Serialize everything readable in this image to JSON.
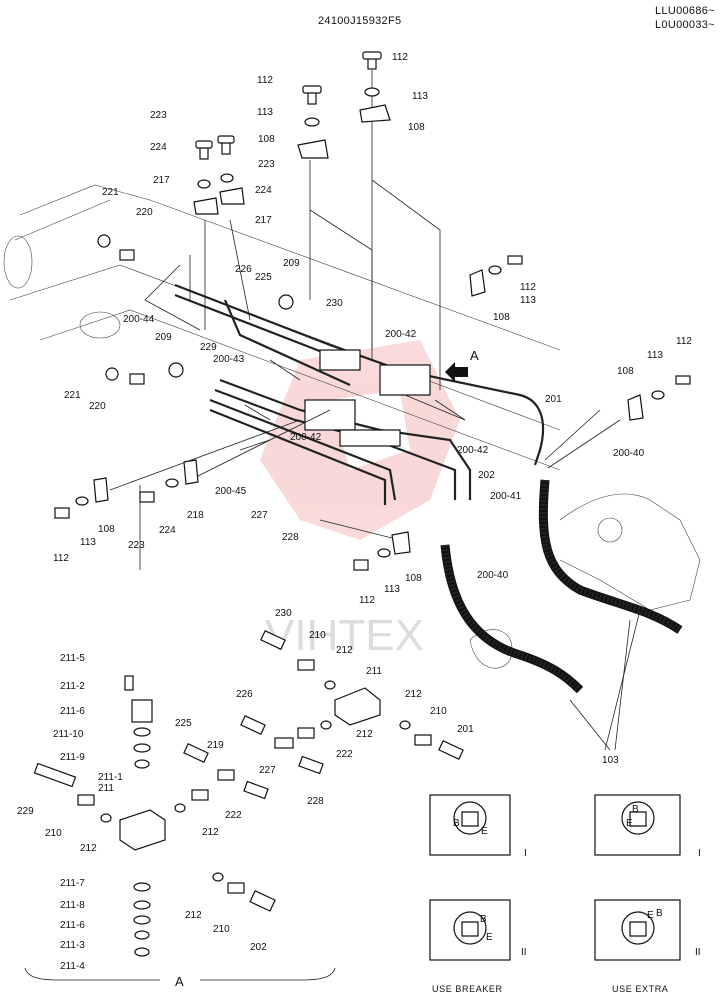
{
  "header": {
    "code": "24100J15932F5",
    "serial_1": "LLU00686~",
    "serial_2": "L0U00033~"
  },
  "watermark": "VIHTEX",
  "view_a_label": "A",
  "roman": {
    "one": "I",
    "two": "II"
  },
  "captions": {
    "use_breaker": "USE BREAKER",
    "use_extra": "USE EXTRA"
  },
  "valve_letters": {
    "b": "B",
    "e": "E"
  },
  "callouts": [
    "112",
    "113",
    "108",
    "112",
    "113",
    "108",
    "223",
    "224",
    "223",
    "224",
    "217",
    "217",
    "221",
    "220",
    "226",
    "225",
    "209",
    "112",
    "113",
    "108",
    "200-44",
    "230",
    "200-42",
    "209",
    "229",
    "200-43",
    "112",
    "113",
    "108",
    "221",
    "220",
    "200-42",
    "201",
    "200-40",
    "200-42",
    "202",
    "200-41",
    "200-45",
    "227",
    "218",
    "228",
    "224",
    "223",
    "108",
    "112",
    "113",
    "112",
    "113",
    "108",
    "200-40",
    "103",
    "230",
    "210",
    "212",
    "211",
    "212",
    "210",
    "201",
    "226",
    "225",
    "219",
    "212",
    "222",
    "227",
    "228",
    "222",
    "212",
    "211-5",
    "211-2",
    "211-6",
    "211-10",
    "211-9",
    "211-1",
    "211",
    "229",
    "210",
    "212",
    "211-7",
    "211-8",
    "211-6",
    "211-3",
    "211-4",
    "212",
    "210",
    "202"
  ]
}
